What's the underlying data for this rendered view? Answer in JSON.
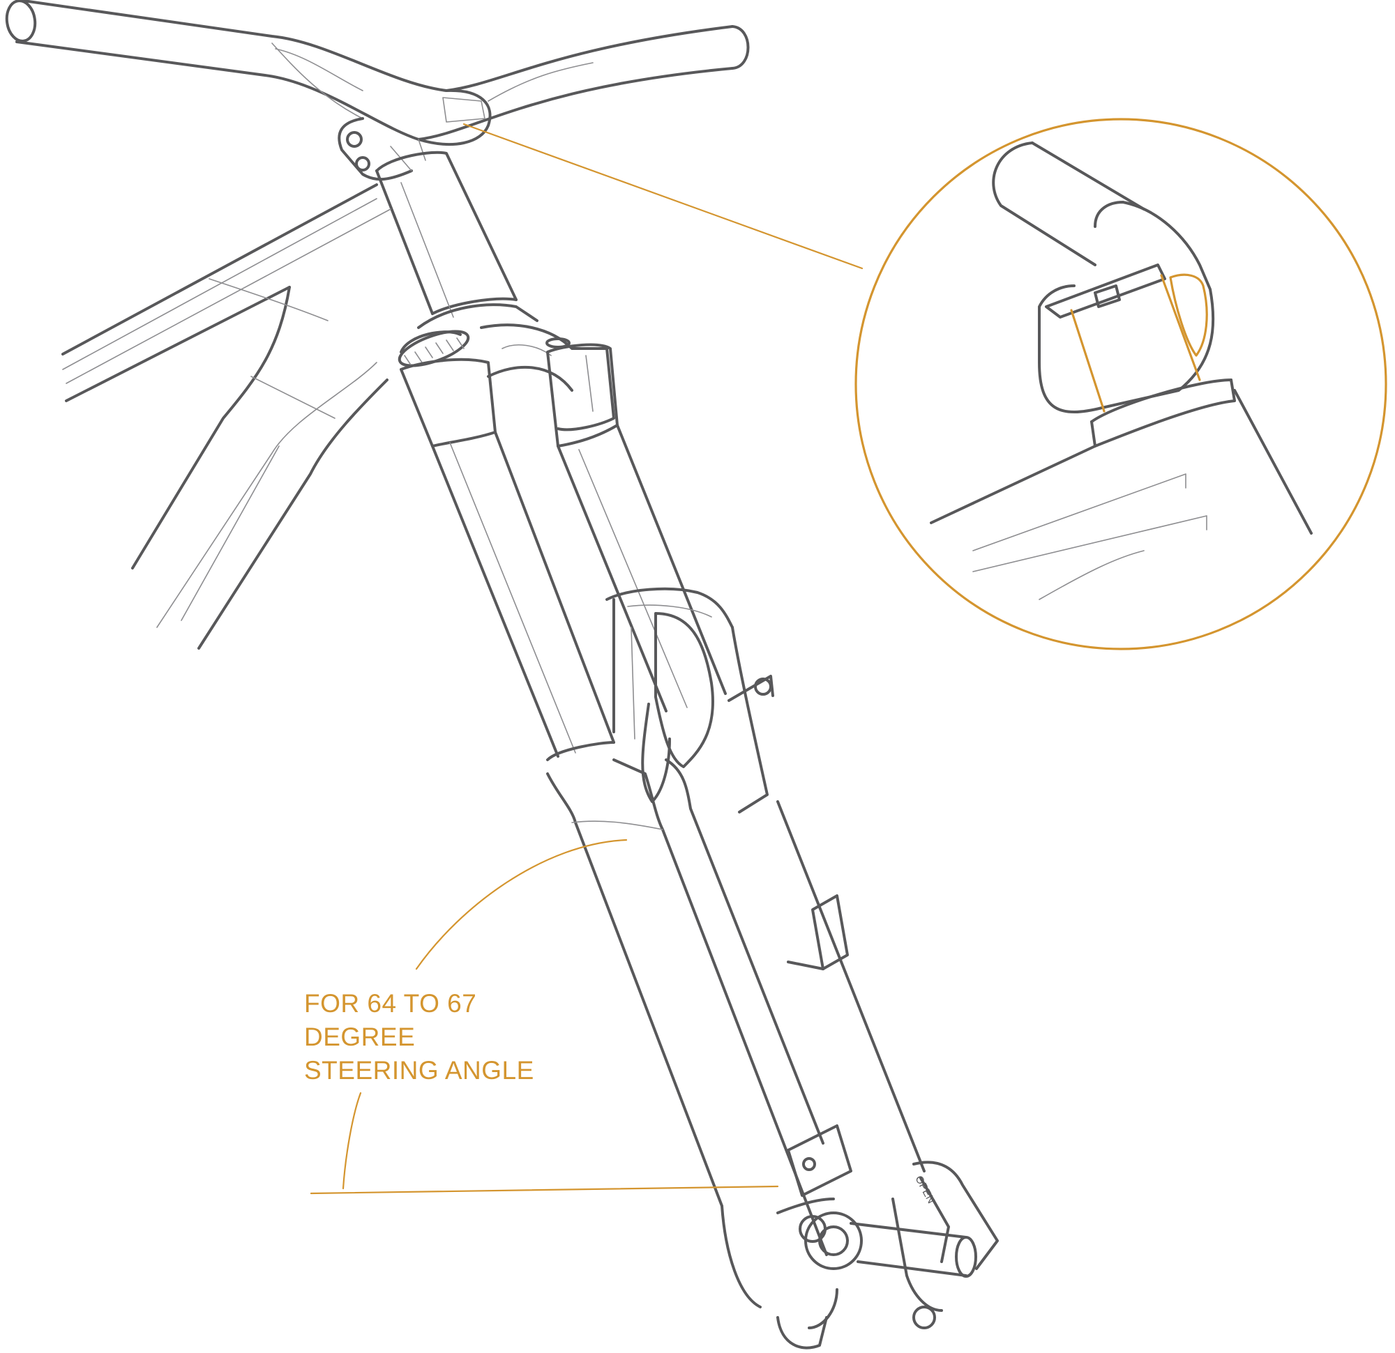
{
  "annotation": {
    "lines": [
      "FOR 64 TO 67",
      "DEGREE",
      "STEERING ANGLE"
    ]
  },
  "fork_label": "OPEN",
  "colors": {
    "accent": "#D4952F",
    "linework": "#58585a",
    "detail": "#8d8d90",
    "background": "#ffffff"
  },
  "icons": [
    "handlebar",
    "stem",
    "headset",
    "frame-head-tube",
    "suspension-fork",
    "fork-crown",
    "fork-arch",
    "axle-lever",
    "detail-magnifier-circle",
    "steering-angle-arc"
  ]
}
